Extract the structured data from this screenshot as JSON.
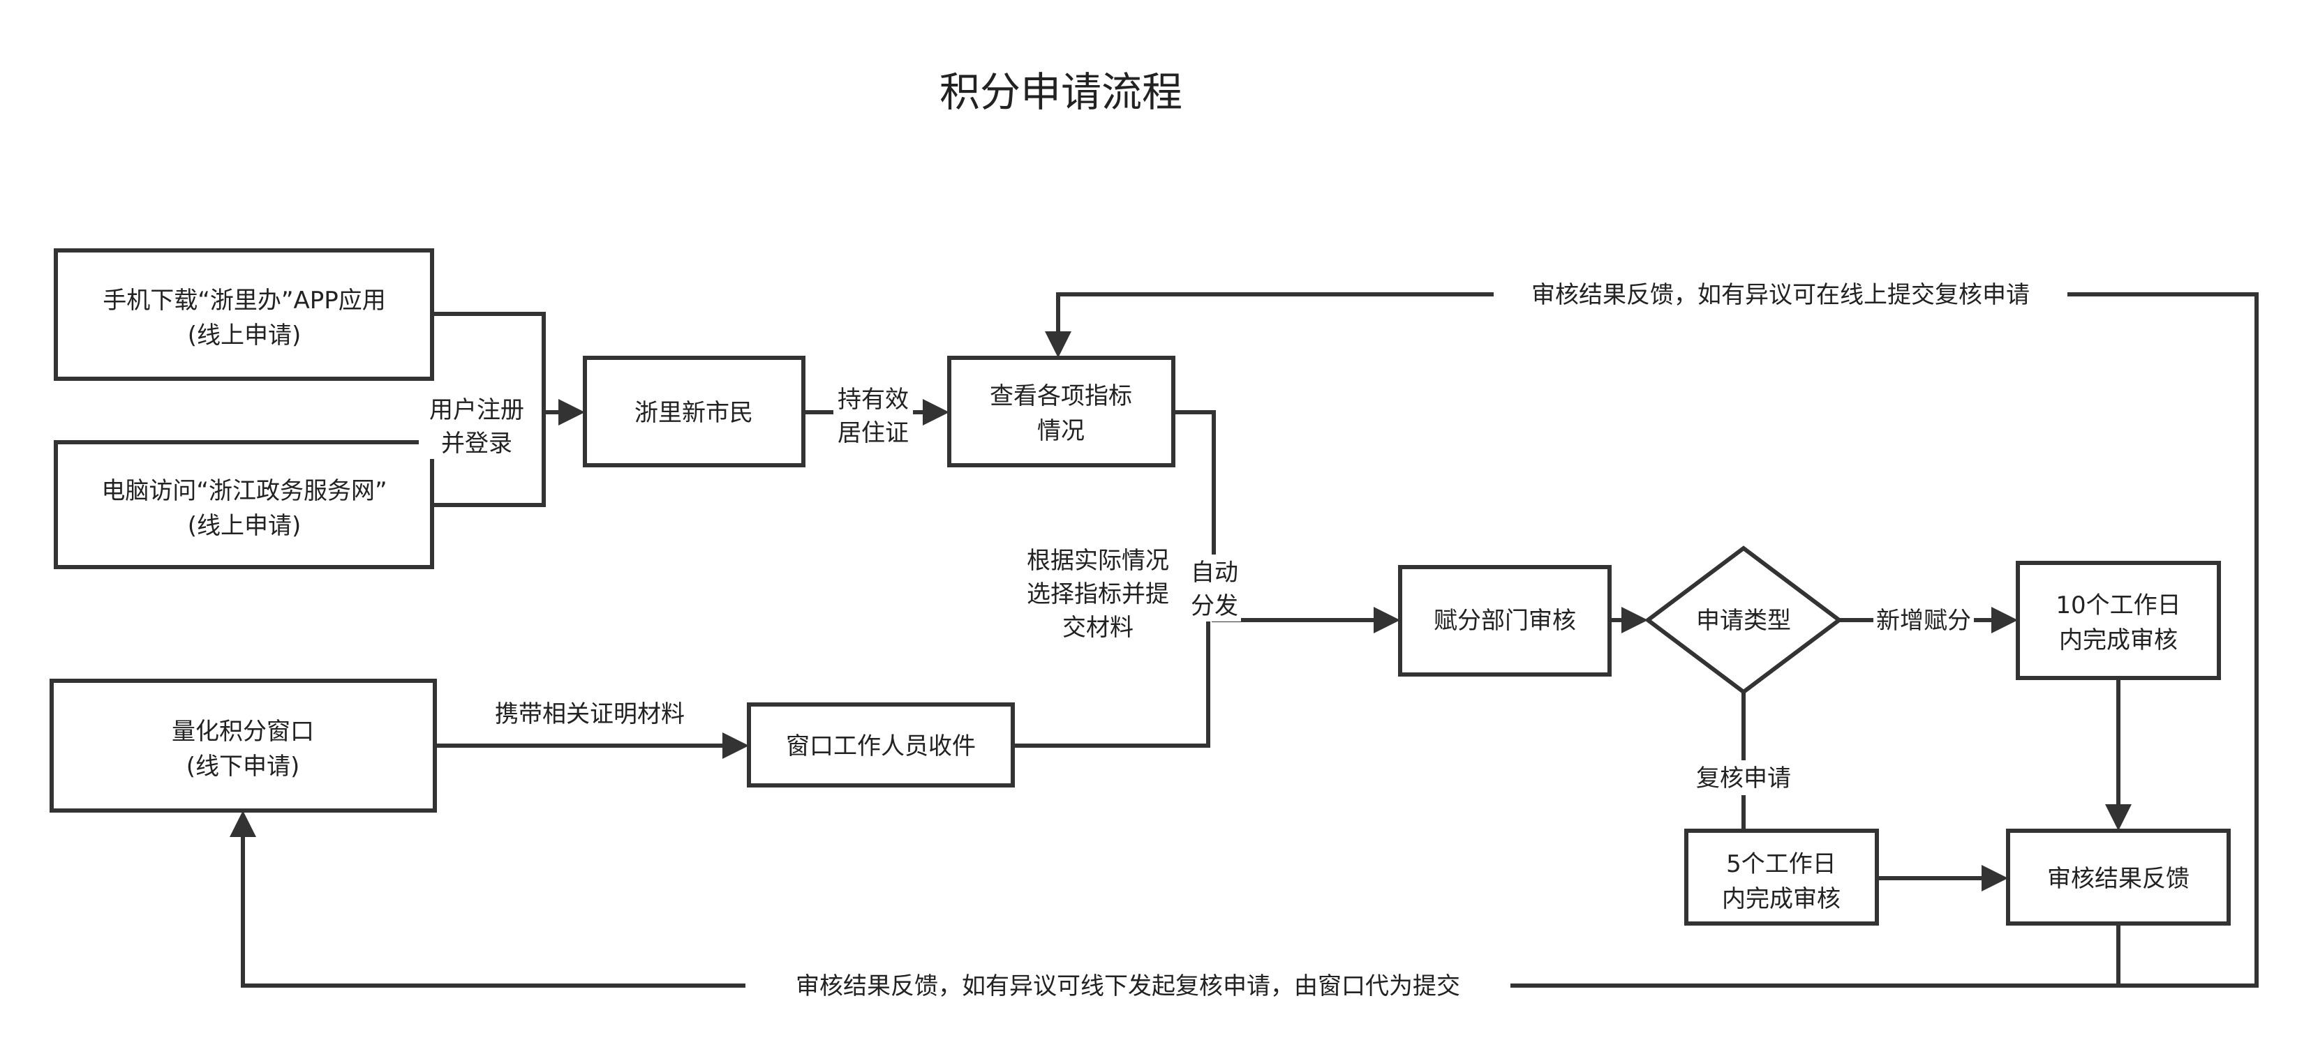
{
  "title": "积分申请流程",
  "nodes": {
    "phone": {
      "line1": "手机下载“浙里办”APP应用",
      "line2": "(线上申请)"
    },
    "pc": {
      "line1": "电脑访问“浙江政务服务网”",
      "line2": "(线上申请)"
    },
    "resident": {
      "line1": "浙里新市民"
    },
    "view": {
      "line1": "查看各项指标",
      "line2": "情况"
    },
    "window": {
      "line1": "量化积分窗口",
      "line2": "(线下申请)"
    },
    "staff": {
      "line1": "窗口工作人员收件"
    },
    "dept": {
      "line1": "赋分部门审核"
    },
    "type": {
      "line1": "申请类型"
    },
    "ten_days": {
      "line1": "10个工作日",
      "line2": "内完成审核"
    },
    "five_days": {
      "line1": "5个工作日",
      "line2": "内完成审核"
    },
    "feedback": {
      "line1": "审核结果反馈"
    }
  },
  "edges": {
    "register": {
      "line1": "用户注册",
      "line2": "并登录"
    },
    "permit": {
      "line1": "持有效",
      "line2": "居住证"
    },
    "select": {
      "line1": "根据实际情况",
      "line2": "选择指标并提",
      "line3": "交材料"
    },
    "auto": {
      "line1": "自动",
      "line2": "分发"
    },
    "carry": "携带相关证明材料",
    "new_score": "新增赋分",
    "review": "复核申请",
    "online_feedback": "审核结果反馈，如有异议可在线上提交复核申请",
    "offline_feedback": "审核结果反馈，如有异议可线下发起复核申请，由窗口代为提交"
  }
}
